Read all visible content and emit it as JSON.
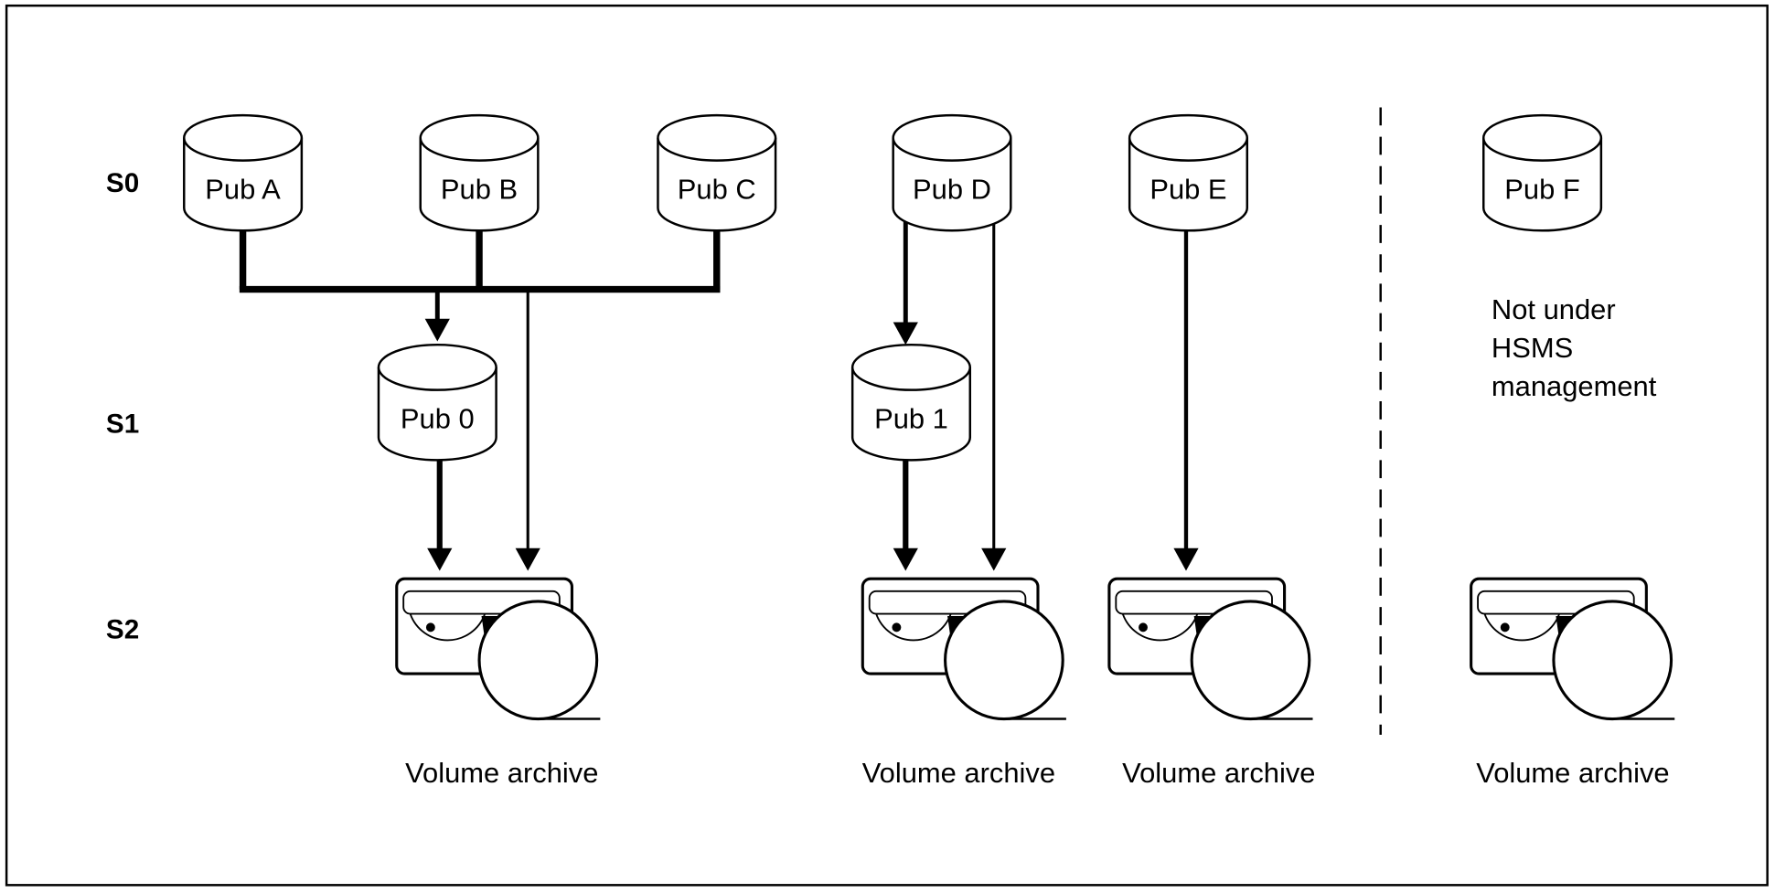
{
  "levels": [
    "S0",
    "S1",
    "S2"
  ],
  "s0_disks": [
    "Pub A",
    "Pub B",
    "Pub C",
    "Pub D",
    "Pub E",
    "Pub F"
  ],
  "s1_disks": [
    "Pub 0",
    "Pub 1"
  ],
  "archives": [
    "Volume archive",
    "Volume archive",
    "Volume archive",
    "Volume archive"
  ],
  "note": [
    "Not under",
    "HSMS",
    "management"
  ],
  "colors": {
    "stroke": "#000000",
    "background": "#ffffff"
  }
}
